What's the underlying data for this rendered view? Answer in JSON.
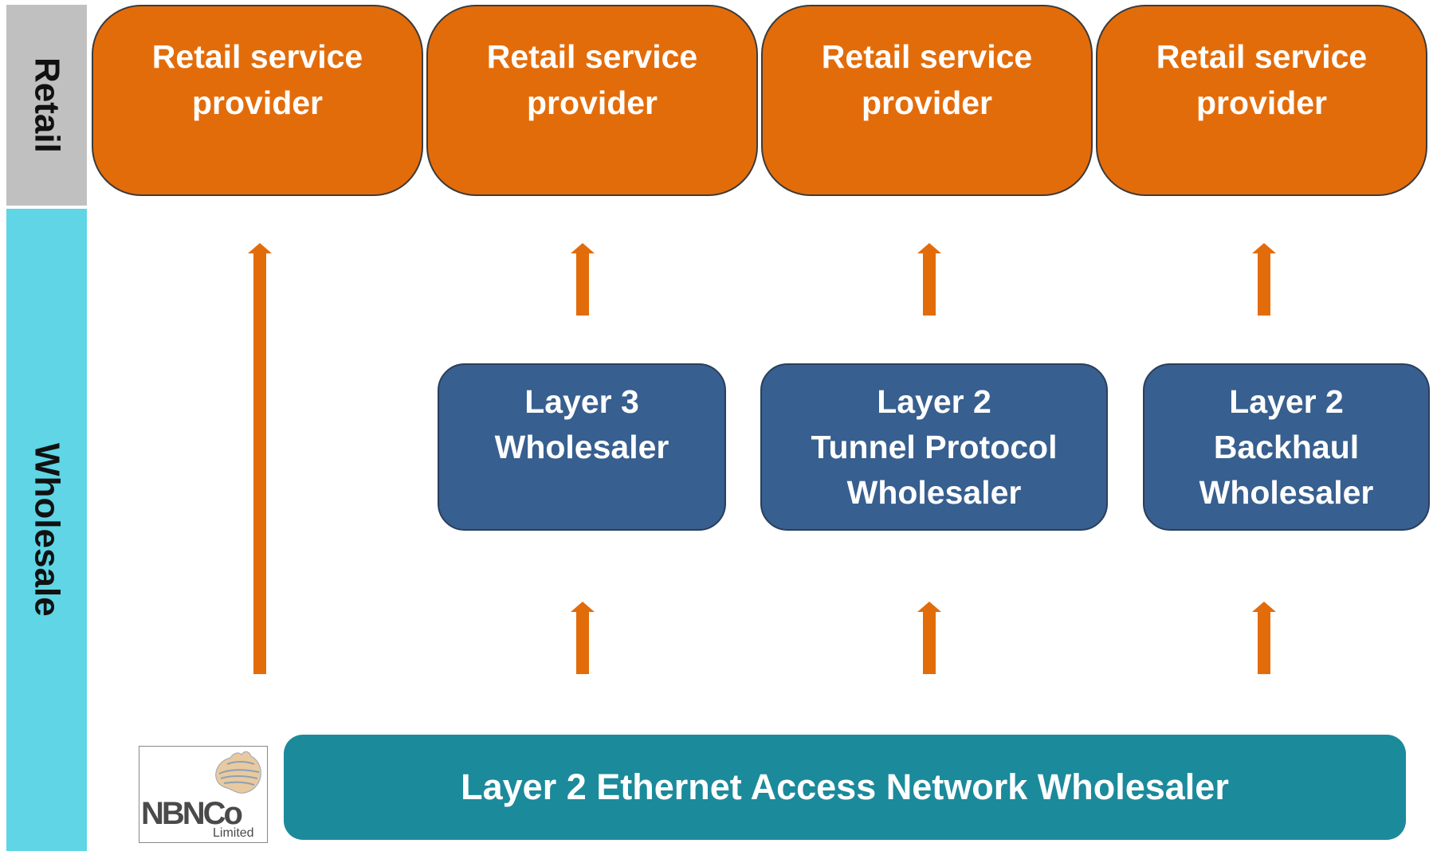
{
  "bands": {
    "retail": "Retail",
    "wholesale": "Wholesale"
  },
  "retail_providers": [
    {
      "label": "Retail service\nprovider"
    },
    {
      "label": "Retail service\nprovider"
    },
    {
      "label": "Retail service\nprovider"
    },
    {
      "label": "Retail service\nprovider"
    }
  ],
  "wholesalers": [
    {
      "label": "Layer 3\nWholesaler"
    },
    {
      "label": "Layer 2\nTunnel Protocol\nWholesaler"
    },
    {
      "label": "Layer 2\nBackhaul\nWholesaler"
    }
  ],
  "access_network": {
    "label": "Layer 2 Ethernet Access Network Wholesaler"
  },
  "logo": {
    "name": "NBNCo",
    "sub": "Limited"
  },
  "colors": {
    "retail_band": "#c0c0c0",
    "wholesale_band": "#5fd5e6",
    "retail_box": "#e36c0a",
    "wholesale_box": "#375f8f",
    "access_box": "#1b8a9b",
    "arrow": "#e36c0a"
  }
}
